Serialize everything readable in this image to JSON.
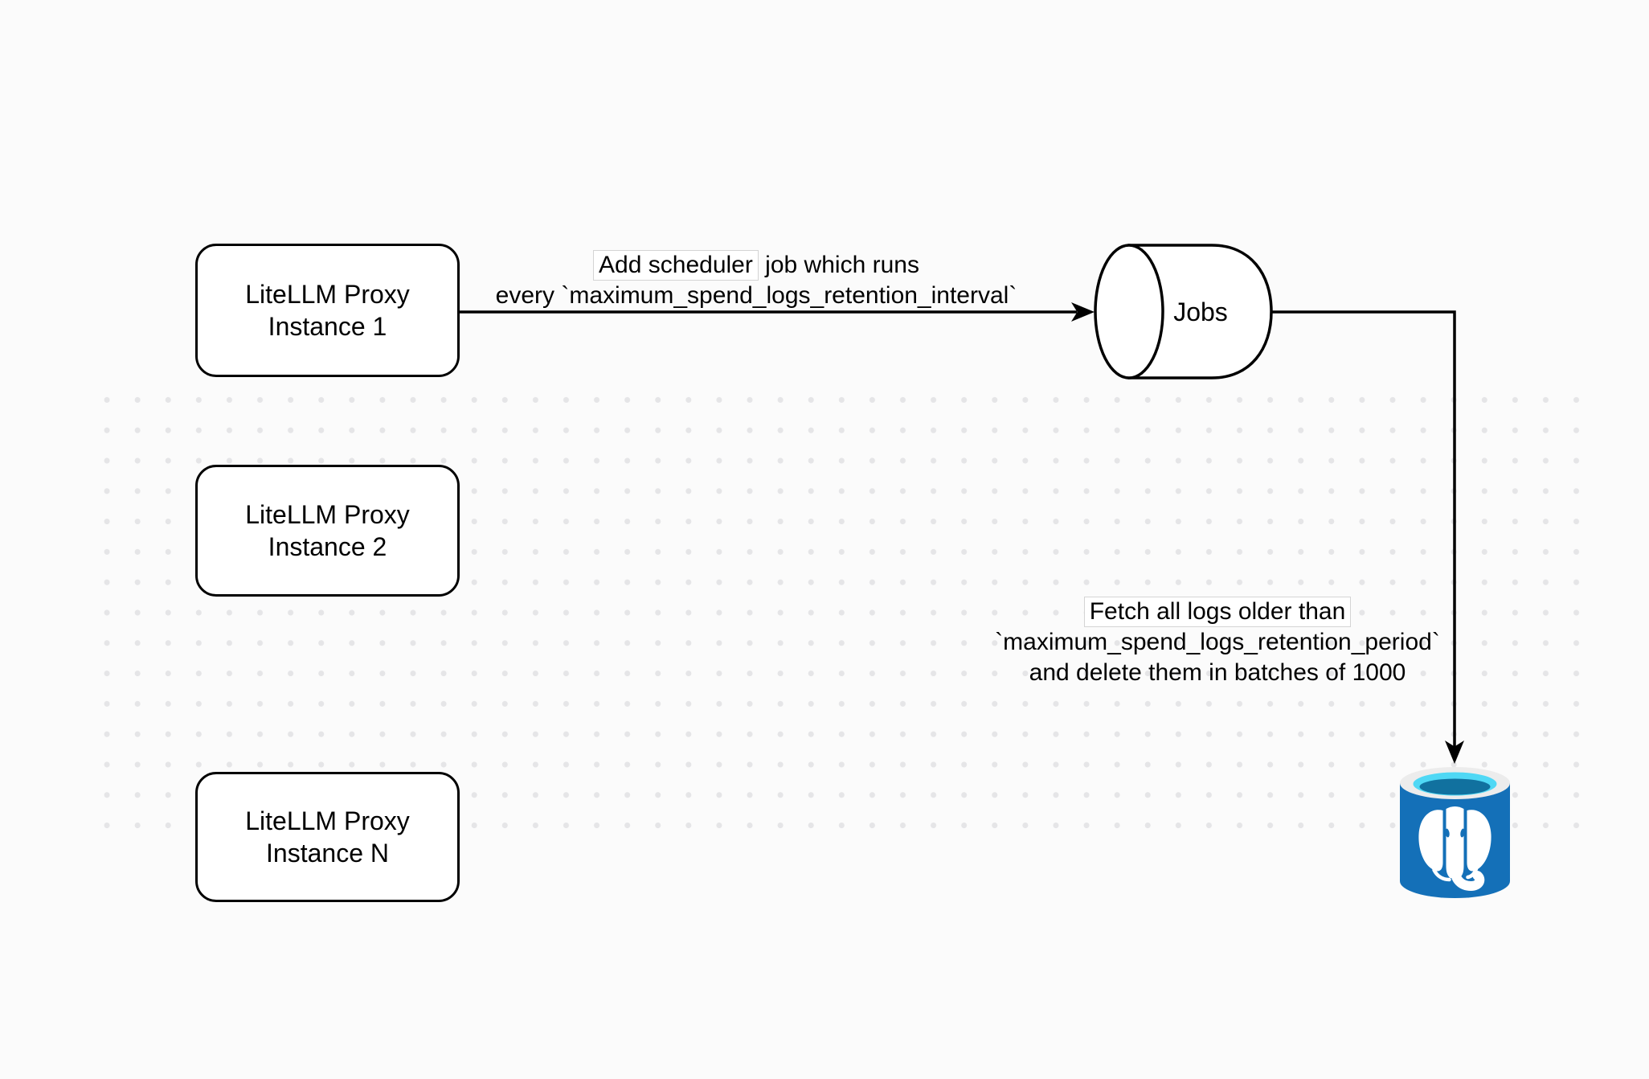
{
  "page": {
    "background_color": "#fbfbfb",
    "dot_color": "#e5e5e7",
    "stroke_color": "#000000",
    "label_box_border_color": "#d4d4d4"
  },
  "nodes": {
    "proxy_instances": [
      {
        "line1": "LiteLLM Proxy",
        "line2": "Instance 1"
      },
      {
        "line1": "LiteLLM Proxy",
        "line2": "Instance 2"
      },
      {
        "line1": "LiteLLM Proxy",
        "line2": "Instance N"
      }
    ],
    "jobs": {
      "label": "Jobs"
    },
    "postgres": {
      "icon": "postgresql-database-icon",
      "body_color": "#1470b8",
      "rim_color": "#ececec",
      "water_top_color": "#4fd8f5",
      "water_deep_color": "#11719f",
      "elephant_color": "#ffffff"
    }
  },
  "edges": {
    "proxy_to_jobs": {
      "line1_boxed": "Add scheduler",
      "line1_rest": " job which runs",
      "line2": "every `maximum_spend_logs_retention_interval`"
    },
    "jobs_to_postgres": {
      "line1_boxed": "Fetch all logs older than",
      "line2": "`maximum_spend_logs_retention_period`",
      "line3": "and delete them in batches of 1000"
    }
  }
}
